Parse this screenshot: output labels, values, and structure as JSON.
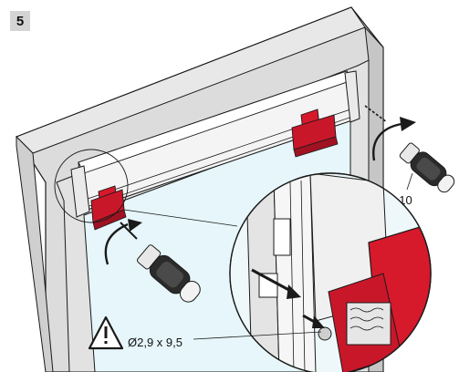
{
  "step": {
    "number": "5"
  },
  "labels": {
    "tool": "TX 10",
    "screw_spec": "Ø2,9 x 9,5"
  },
  "icons": [
    "warning-triangle-icon",
    "torx-screwdriver-icon",
    "rotation-arrow-icon",
    "push-arrow-icon"
  ],
  "colors": {
    "frame": "#d9d9d9",
    "glass": "#e6f6fa",
    "bracket_red": "#d6192b",
    "outline": "#1a1a1a",
    "step_box": "#d4d4d4"
  }
}
